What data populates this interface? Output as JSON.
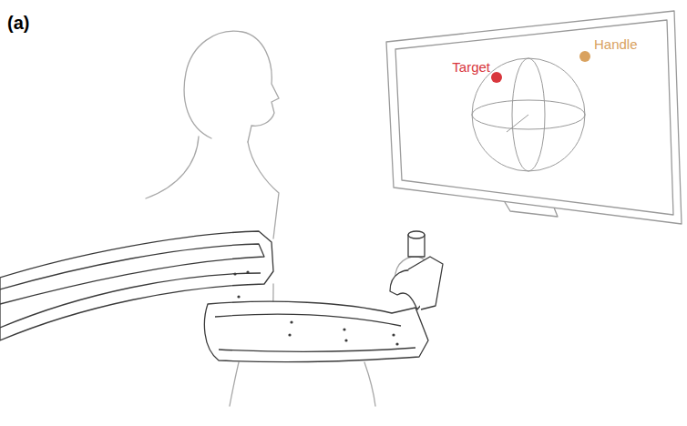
{
  "diagram": {
    "labels": [
      "(a)",
      "Target",
      "Handle"
    ]
  }
}
